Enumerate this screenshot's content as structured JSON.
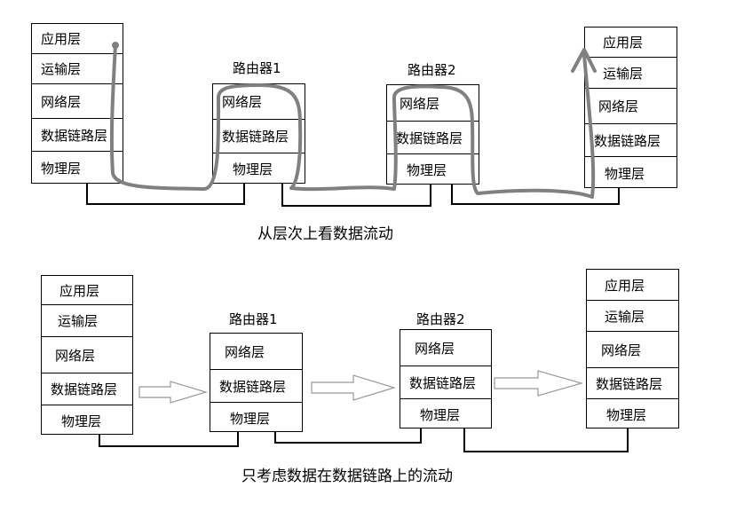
{
  "top": {
    "host_left": [
      "应用层",
      "运输层",
      "网络层",
      "数据链路层",
      "物理层"
    ],
    "router1": {
      "title": "路由器1",
      "layers": [
        "网络层",
        "数据链路层",
        "物理层"
      ]
    },
    "router2": {
      "title": "路由器2",
      "layers": [
        "网络层",
        "数据链路层",
        "物理层"
      ]
    },
    "host_right": [
      "应用层",
      "运输层",
      "网络层",
      "数据链路层",
      "物理层"
    ],
    "caption": "从层次上看数据流动"
  },
  "bottom": {
    "host_left": [
      "应用层",
      "运输层",
      "网络层",
      "数据链路层",
      "物理层"
    ],
    "router1": {
      "title": "路由器1",
      "layers": [
        "网络层",
        "数据链路层",
        "物理层"
      ]
    },
    "router2": {
      "title": "路由器2",
      "layers": [
        "网络层",
        "数据链路层",
        "物理层"
      ]
    },
    "host_right": [
      "应用层",
      "运输层",
      "网络层",
      "数据链路层",
      "物理层"
    ],
    "caption": "只考虑数据在数据链路上的流动"
  },
  "colors": {
    "flow_line": "#808080",
    "arrow_outline": "#999999"
  }
}
